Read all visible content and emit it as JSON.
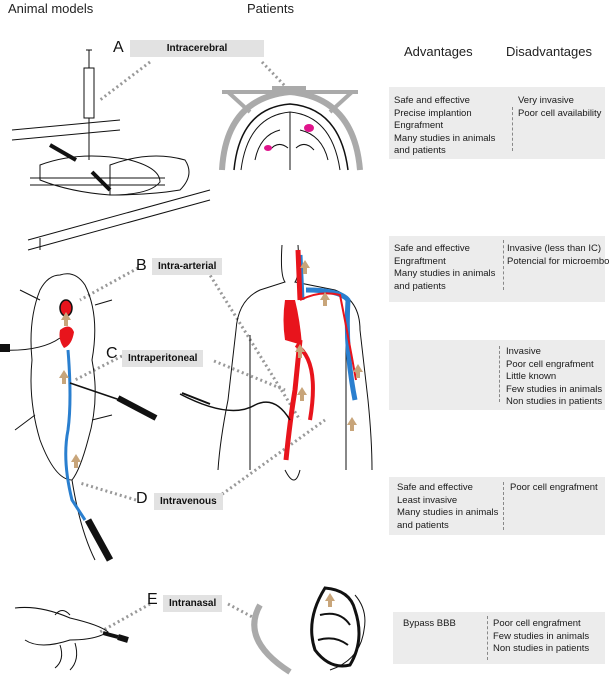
{
  "headers": {
    "animal_models": "Animal models",
    "patients": "Patients",
    "advantages": "Advantages",
    "disadvantages": "Disadvantages"
  },
  "routes": [
    {
      "letter": "A",
      "label": "Intracerebral",
      "advantages": [
        "Safe and effective",
        "Precise implantion",
        "Engrafment",
        "Many studies in animals",
        "and patients"
      ],
      "disadvantages": [
        "Very invasive",
        "Poor cell availability"
      ]
    },
    {
      "letter": "B",
      "label": "Intra-arterial",
      "advantages": [
        "Safe and effective",
        "Engraftment",
        "Many studies in animals",
        "and patients"
      ],
      "disadvantages": [
        "Invasive (less than IC)",
        "Potencial for microemboli"
      ]
    },
    {
      "letter": "C",
      "label": "Intraperitoneal",
      "advantages": [],
      "disadvantages": [
        "Invasive",
        "Poor cell engrafment",
        "Little known",
        "Few studies in animals",
        "Non studies in patients"
      ]
    },
    {
      "letter": "D",
      "label": "Intravenous",
      "advantages": [
        "Safe and effective",
        "Least invasive",
        "Many studies in animals",
        "and patients"
      ],
      "disadvantages": [
        "Poor cell engrafment"
      ]
    },
    {
      "letter": "E",
      "label": "Intranasal",
      "advantages": [
        "Bypass BBB"
      ],
      "disadvantages": [
        "Poor cell engrafment",
        "Few studies in animals",
        "Non studies in patients"
      ]
    }
  ],
  "colors": {
    "artery": "#e8141c",
    "vein": "#2a7fcf",
    "flow_arrow": "#c8a57a",
    "label_bg": "#e2e2e2",
    "panel_bg": "#ececec"
  }
}
